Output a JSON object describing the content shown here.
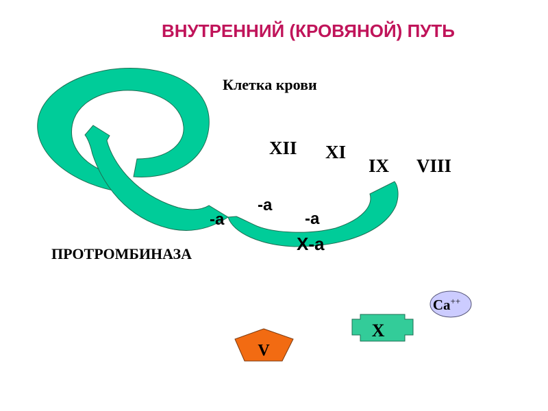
{
  "title": "ВНУТРЕННИЙ  (КРОВЯНОЙ) ПУТЬ",
  "cell_label": "Клетка крови",
  "prothrombinase_label": "ПРОТРОМБИНАЗА",
  "factors": {
    "xii": "XII",
    "xi": "XI",
    "ix": "IX",
    "viii": "VIII"
  },
  "activation_marks": {
    "upper": "-а",
    "left": "-а",
    "right": "-а",
    "xa": "X-а"
  },
  "tokens": {
    "v": "V",
    "x": "X",
    "ca": "Ca",
    "ca_charge": "++"
  },
  "colors": {
    "title": "#C0145A",
    "arrow_fill": "#00CC99",
    "arrow_stroke": "#1E6E52",
    "v_fill": "#F26B12",
    "x_fill": "#33CC99",
    "ca_fill": "#CCCCFF"
  }
}
